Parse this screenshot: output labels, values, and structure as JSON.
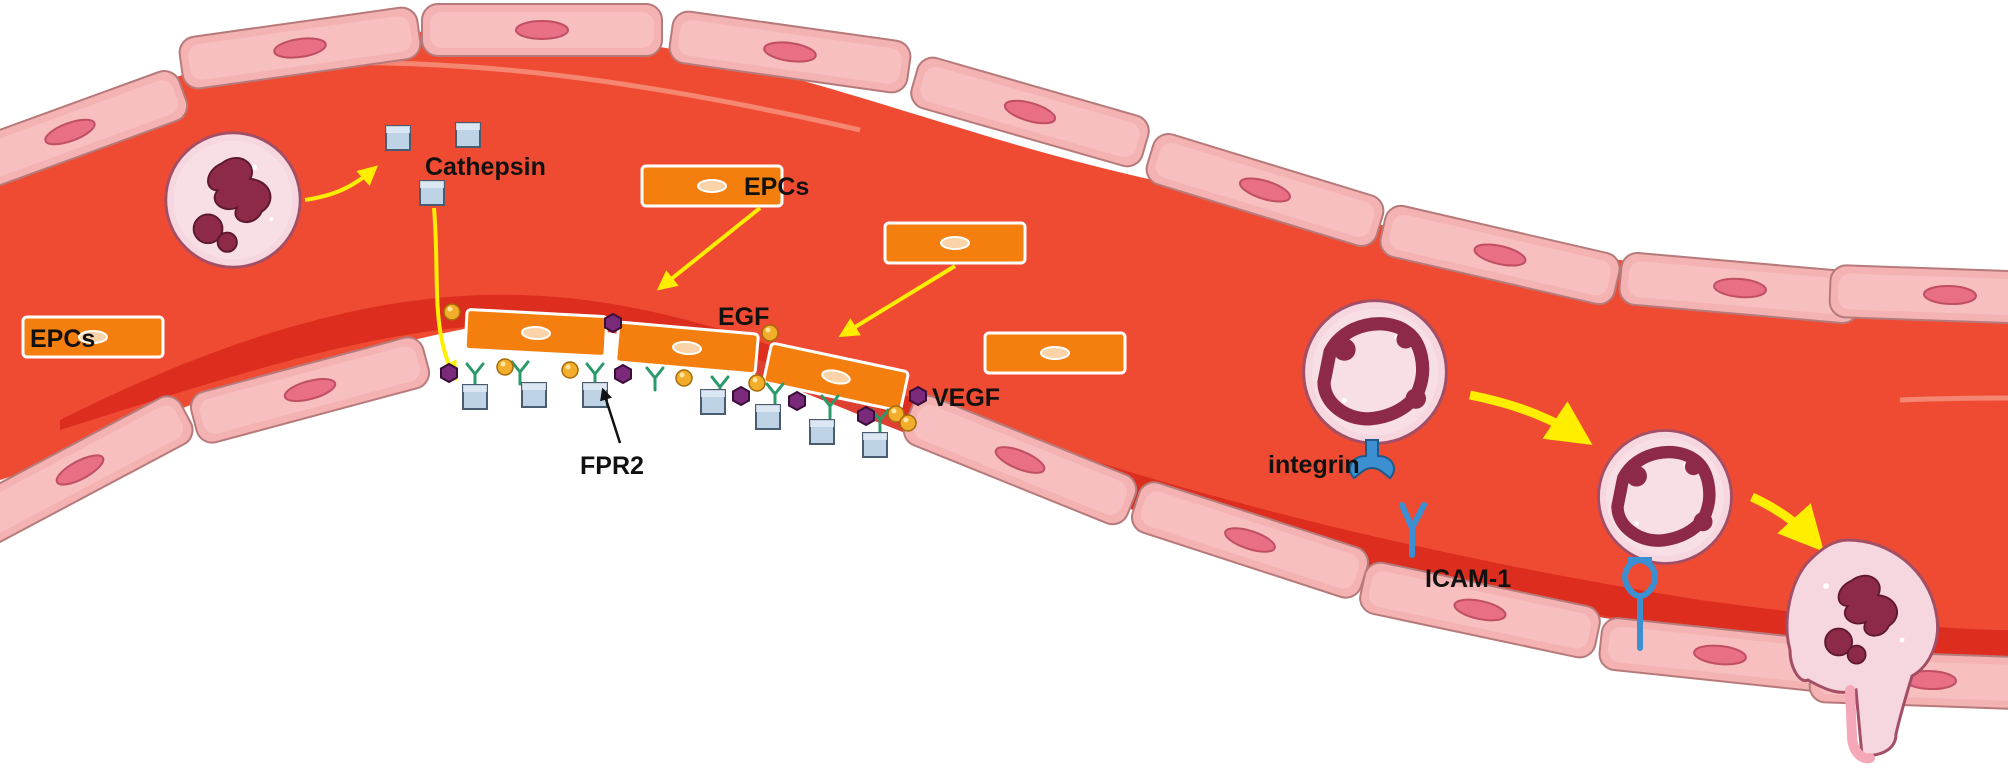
{
  "labels": {
    "cathepsin": "Cathepsin",
    "epcs_top": "EPCs",
    "epcs_left": "EPCs",
    "egf": "EGF",
    "vegf": "VEGF",
    "fpr2": "FPR2",
    "integrin": "integrin",
    "icam1": "ICAM-1"
  },
  "colors": {
    "vessel_lumen": "#ef4b32",
    "vessel_deep": "#d92a1c",
    "endothelial_cell": "#f4b2b2",
    "endothelial_nucleus": "#e86f86",
    "epc_fill": "#f47f0f",
    "neutrophil_body": "#f6d6df",
    "neutrophil_nucleus": "#8c2a48",
    "cathepsin_fill": "#bfd3e6",
    "receptor_green": "#2a9a6a",
    "egf_dot": "#f2ad2a",
    "vegf_hex": "#7a2a78",
    "adhesion_blue": "#3c8fd0",
    "arrow_yellow": "#ffee00"
  },
  "icons": [
    "neutrophil-icon",
    "epc-cell-icon",
    "cathepsin-square-icon",
    "fpr2-receptor-icon",
    "egf-dot-icon",
    "vegf-hexagon-icon",
    "integrin-icon",
    "icam1-icon"
  ]
}
